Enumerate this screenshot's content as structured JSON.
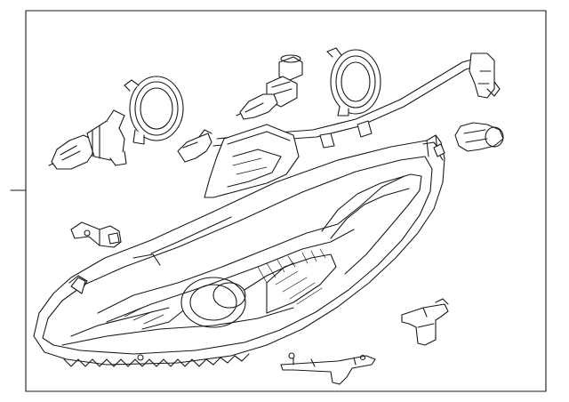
{
  "diagram": {
    "type": "exploded parts diagram",
    "colors": {
      "line": "#1a1a1a",
      "background": "#ffffff"
    },
    "parts": [
      "frame-border",
      "headlamp-assembly",
      "mounting-bracket",
      "bulb-left",
      "dust-cap-left",
      "small-bulb-left",
      "bulb-center",
      "dust-cap-right",
      "bulb-right",
      "wiring-harness",
      "shield-panel",
      "small-clip",
      "side-clip",
      "bottom-bracket",
      "callout-leader"
    ]
  }
}
